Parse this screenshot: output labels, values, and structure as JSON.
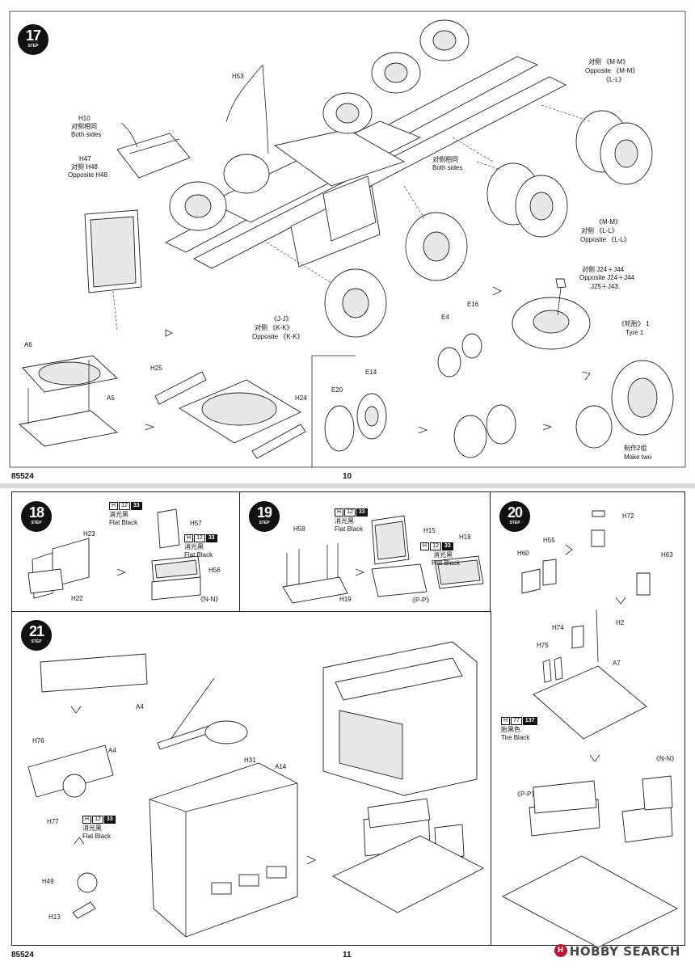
{
  "page_top": {
    "product_code": "85524",
    "page_number": "10",
    "step17": {
      "step_number": "17",
      "step_word": "STEP",
      "labels": {
        "h53": "H53",
        "h10": "H10",
        "h10_cn": "对侧相同",
        "h10_en": "Both sides",
        "h47": "H47",
        "h47_cn": "对侧 H48",
        "h47_en": "Opposite H48",
        "mm_cn": "对侧 《M-M》",
        "mm_en": "Opposite 《M-M》",
        "ll_top": "《L-L》",
        "both_cn": "对侧相同",
        "both_en": "Both sides",
        "mm_right": "《M-M》",
        "ll_cn": "对侧 《L-L》",
        "ll_en": "Opposite 《L-L》",
        "j24_cn": "对侧 J24＋J44",
        "j24_en": "Opposite J24＋J44",
        "j25": "J25＋J43",
        "jj": "《J-J》",
        "kk_cn": "对侧 《K-K》",
        "kk_en": "Opposite 《K-K》",
        "e4": "E4",
        "e16": "E16",
        "e20": "E20",
        "e14": "E14",
        "tyre_cn": "《轮胎》 1",
        "tyre_en": "Tyre 1",
        "make_two_cn": "制作2组",
        "make_two_en": "Make two",
        "a6": "A6",
        "a5": "A5",
        "h25": "H25",
        "h24": "H24"
      }
    }
  },
  "page_bottom": {
    "product_code": "85524",
    "page_number": "11",
    "step18": {
      "step_number": "18",
      "step_word": "STEP",
      "paint1_part": "H",
      "paint1_num": "12",
      "paint1_code": "33",
      "paint1_cn": "消光黑",
      "paint1_en": "Flat Black",
      "paint2_part": "H",
      "paint2_num": "12",
      "paint2_code": "33",
      "paint2_cn": "消光黑",
      "paint2_en": "Flat Black",
      "h23": "H23",
      "h22": "H22",
      "h57": "H57",
      "h56": "H56",
      "nn": "《N-N》"
    },
    "step19": {
      "step_number": "19",
      "step_word": "STEP",
      "paint1_part": "H",
      "paint1_num": "12",
      "paint1_code": "33",
      "paint1_cn": "消光黑",
      "paint1_en": "Flat Black",
      "paint2_part": "H",
      "paint2_num": "12",
      "paint2_code": "33",
      "paint2_cn": "消光黑",
      "paint2_en": "Flat Black",
      "h58": "H58",
      "h19": "H19",
      "h15": "H15",
      "h18": "H18",
      "pp": "《P-P》"
    },
    "step20": {
      "step_number": "20",
      "step_word": "STEP",
      "h72": "H72",
      "h55": "H55",
      "h60": "H60",
      "h63": "H63",
      "h74": "H74",
      "h2": "H2",
      "h75": "H75",
      "a7": "A7",
      "paint_part": "H",
      "paint_num": "77",
      "paint_code": "137",
      "paint_cn": "胎黑色",
      "paint_en": "Tire Black",
      "nn": "《N-N》",
      "pp": "《P-P》"
    },
    "step21": {
      "step_number": "21",
      "step_word": "STEP",
      "a4_top": "A4",
      "h76": "H76",
      "a4": "A4",
      "h77": "H77",
      "paint_part": "H",
      "paint_num": "12",
      "paint_code": "33",
      "paint_cn": "消光黑",
      "paint_en": "Flat Black",
      "h49": "H49",
      "h13": "H13",
      "h31": "H31",
      "a14": "A14"
    },
    "watermark": "HOBBY SEARCH",
    "watermark_logo": "H"
  },
  "colors": {
    "ink": "#1a1a1a",
    "paper": "#ffffff",
    "page_gap": "#d9d9d9",
    "watermark_red": "#c8102e"
  }
}
